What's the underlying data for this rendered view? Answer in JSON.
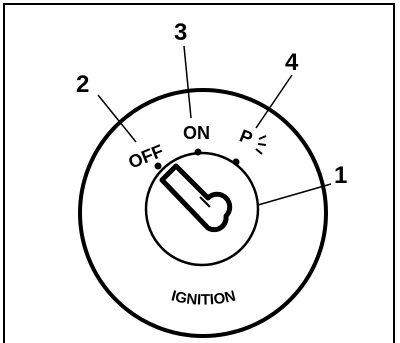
{
  "diagram": {
    "callouts": {
      "c1": "1",
      "c2": "2",
      "c3": "3",
      "c4": "4"
    },
    "positions": {
      "off": "OFF",
      "on": "ON",
      "park": "P"
    },
    "label": "IGNITION"
  }
}
